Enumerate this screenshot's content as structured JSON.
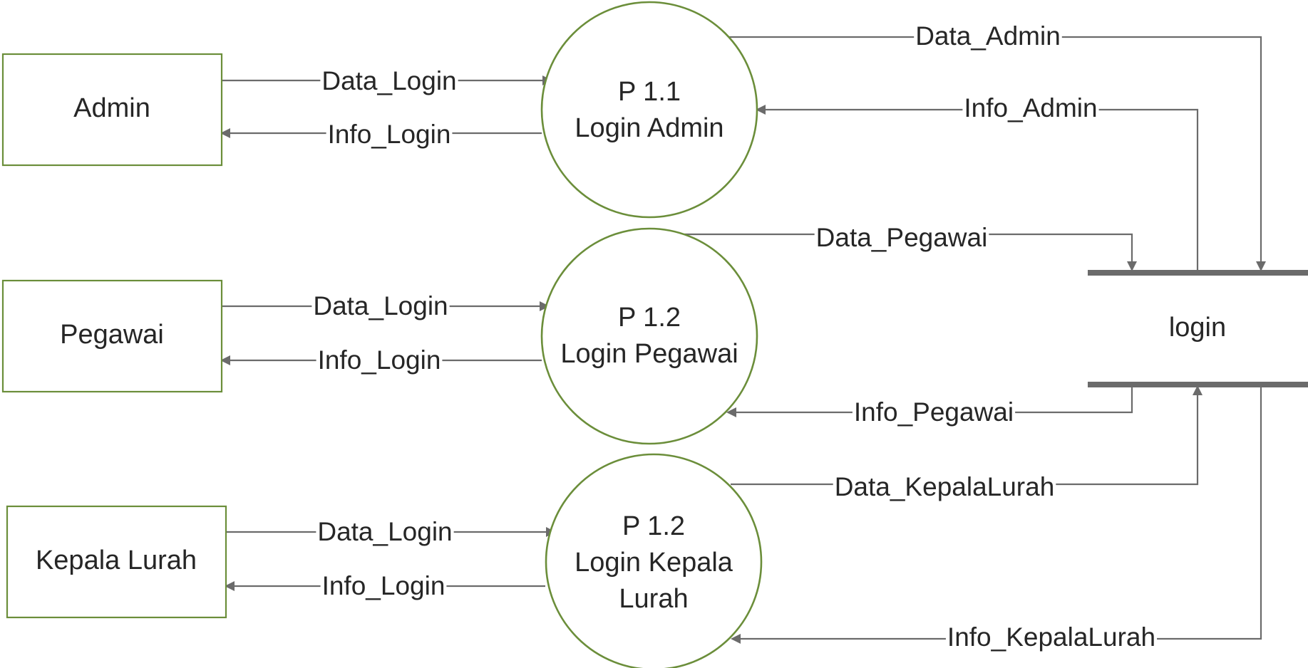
{
  "entities": {
    "admin": "Admin",
    "pegawai": "Pegawai",
    "kepala_lurah": "Kepala Lurah"
  },
  "processes": {
    "p11": {
      "id": "P 1.1",
      "name": "Login Admin"
    },
    "p12": {
      "id": "P 1.2",
      "name": "Login Pegawai"
    },
    "p13": {
      "id": "P 1.2",
      "name_line1": "Login Kepala",
      "name_line2": "Lurah"
    }
  },
  "data_store": {
    "name": "login"
  },
  "flows": {
    "admin_data_login": "Data_Login",
    "admin_info_login": "Info_Login",
    "pegawai_data_login": "Data_Login",
    "pegawai_info_login": "Info_Login",
    "kepala_data_login": "Data_Login",
    "kepala_info_login": "Info_Login",
    "data_admin": "Data_Admin",
    "info_admin": "Info_Admin",
    "data_pegawai": "Data_Pegawai",
    "info_pegawai": "Info_Pegawai",
    "data_kepala_lurah": "Data_KepalaLurah",
    "info_kepala_lurah": "Info_KepalaLurah"
  },
  "colors": {
    "node_border": "#6b8e3a",
    "line": "#6b6b6b",
    "text": "#262626"
  }
}
